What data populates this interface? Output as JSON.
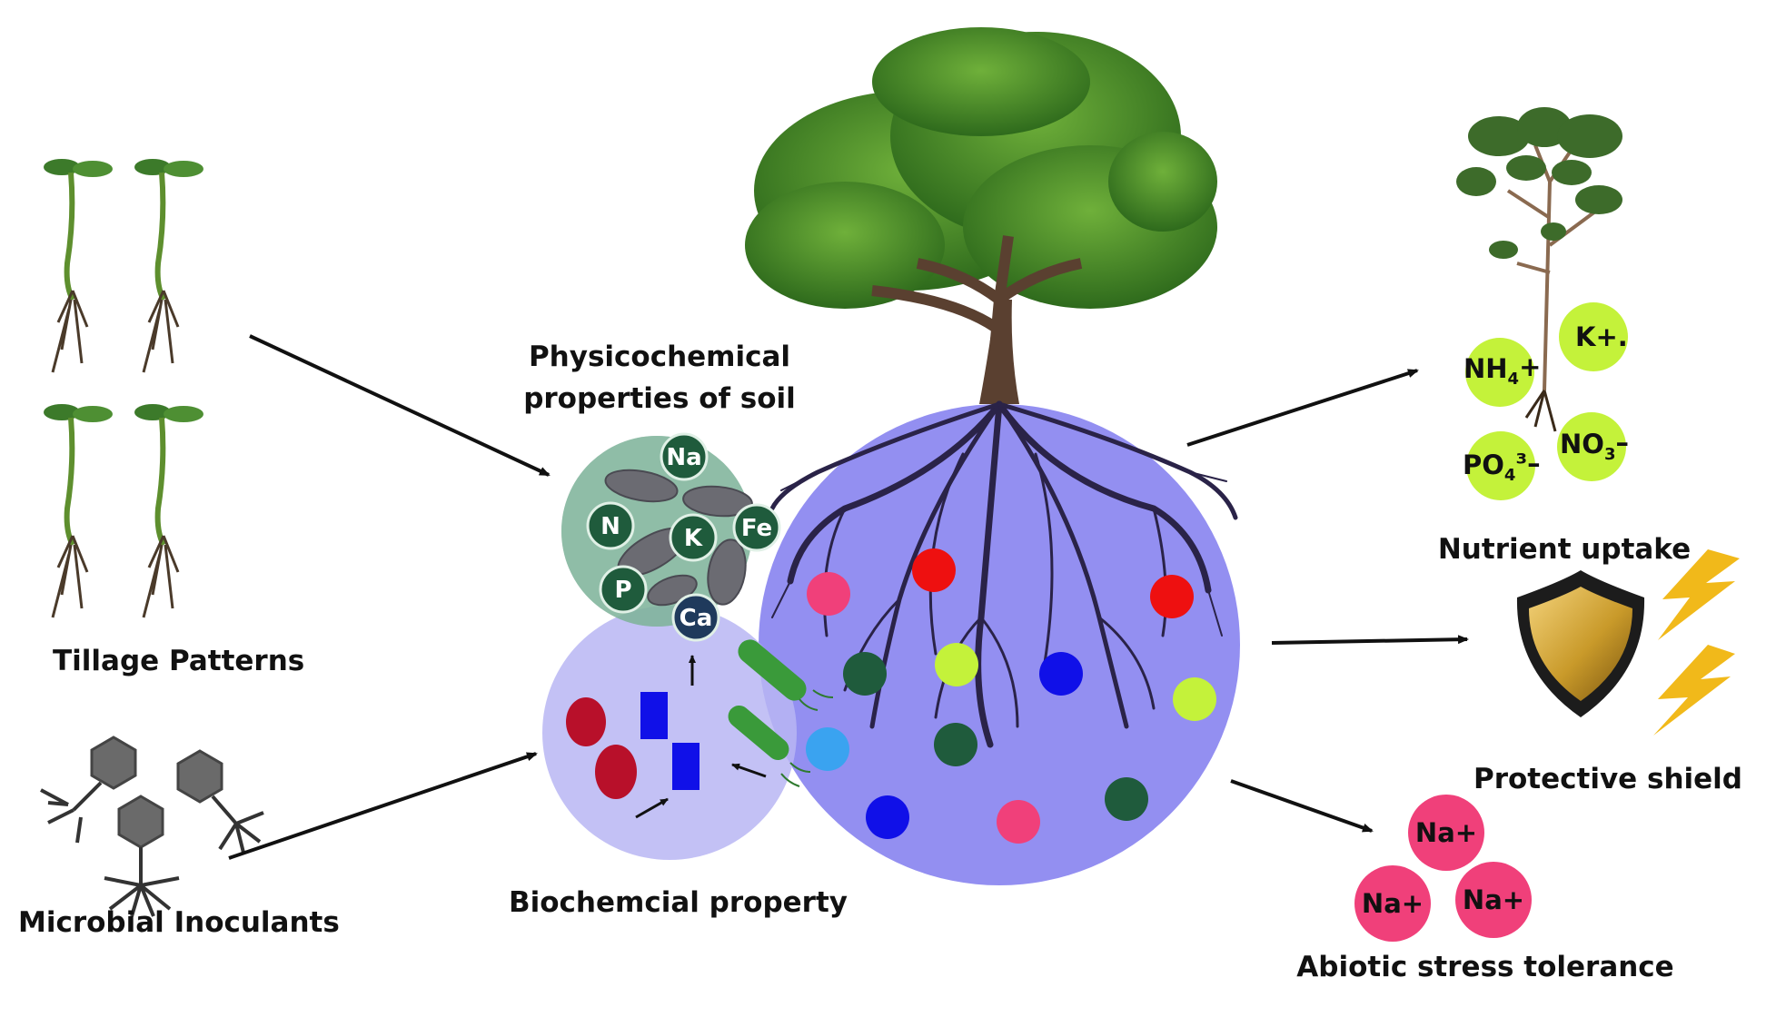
{
  "labels": {
    "tillage": "Tillage Patterns",
    "microbial": "Microbial Inoculants",
    "physicochemical_line1": "Physicochemical",
    "physicochemical_line2": "properties of soil",
    "biochemical": "Biochemcial property",
    "nutrient": "Nutrient uptake",
    "protective": "Protective shield",
    "abiotic": "Abiotic stress tolerance"
  },
  "soil_elements": [
    "Na",
    "N",
    "K",
    "Fe",
    "P",
    "Ca"
  ],
  "nutrient_ions": {
    "nh4_main": "NH",
    "nh4_sub": "4",
    "nh4_sup": "+",
    "k": "K+.",
    "no3_main": "NO",
    "no3_sub": "3",
    "no3_sup": "–",
    "po4_main": "PO",
    "po4_sub": "4",
    "po4_sup": "³–"
  },
  "sodium_ions": [
    "Na+",
    "Na+",
    "Na+"
  ],
  "colors": {
    "rhizosphere": "#8a86f0",
    "biochem_circle": "#b9b6f3",
    "soil_circle": "#8fbfa8",
    "element_badge": "#1f5b3c",
    "nutrient_ion": "#c4f23a",
    "sodium_ion": "#f0407a",
    "shield_gold": "#c99a2a",
    "lightning": "#f1b91a"
  }
}
